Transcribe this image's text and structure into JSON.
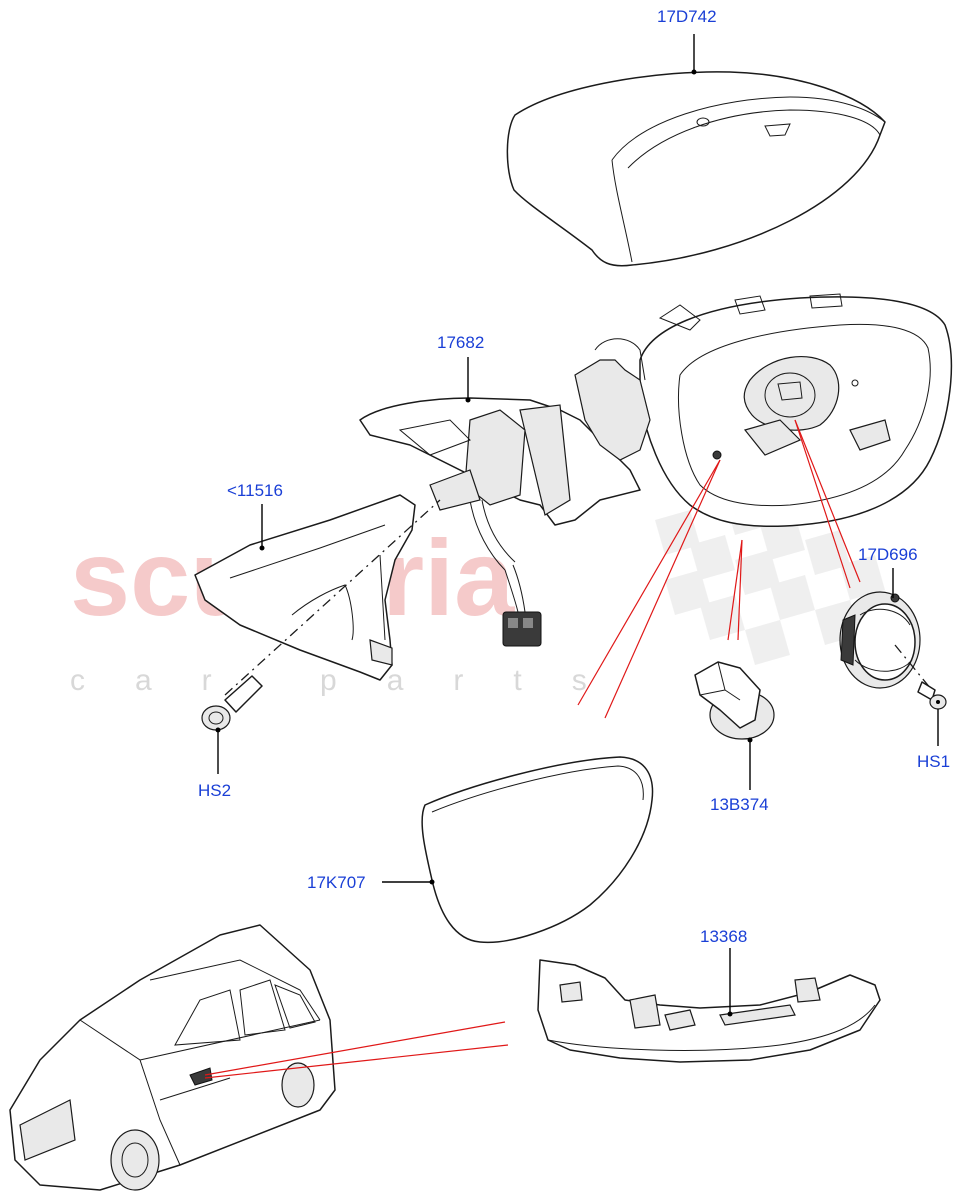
{
  "watermark": {
    "brand": "scuderia",
    "tagline": "car parts"
  },
  "callouts": {
    "cap": "17D742",
    "housing": "17682",
    "cover": "<11516",
    "screw_left": "HS2",
    "actuator": "17D696",
    "screw_right": "HS1",
    "clip": "13B374",
    "glass": "17K707",
    "indicator": "13368"
  },
  "colors": {
    "label": "#1a3fd6",
    "reference_line": "#e01818",
    "watermark": "#f2b9b9"
  }
}
